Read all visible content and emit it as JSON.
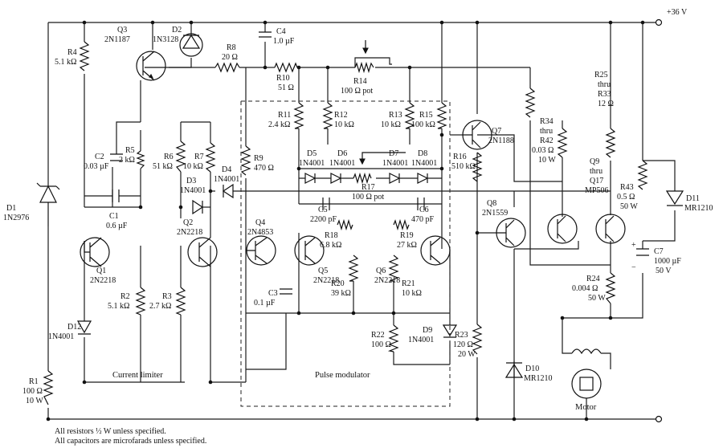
{
  "supply_label": "+36 V",
  "components": [
    {
      "id": "D1",
      "ref": "D1",
      "value": "1N2976"
    },
    {
      "id": "R4",
      "ref": "R4",
      "value": "5.1 kΩ"
    },
    {
      "id": "Q3",
      "ref": "Q3",
      "value": "2N1187"
    },
    {
      "id": "D2",
      "ref": "D2",
      "value": "1N3128"
    },
    {
      "id": "R8",
      "ref": "R8",
      "value": "20 Ω"
    },
    {
      "id": "C4",
      "ref": "C4",
      "value": "1.0 µF"
    },
    {
      "id": "R10",
      "ref": "R10",
      "value": "51 Ω"
    },
    {
      "id": "R14",
      "ref": "R14",
      "value": "100 Ω pot"
    },
    {
      "id": "R25",
      "ref": "R25",
      "value": "thru"
    },
    {
      "id": "R33",
      "ref": "R33",
      "value": "12 Ω"
    },
    {
      "id": "C2",
      "ref": "C2",
      "value": "0.03 µF"
    },
    {
      "id": "R5",
      "ref": "R5",
      "value": "2 kΩ"
    },
    {
      "id": "R6",
      "ref": "R6",
      "value": "51 kΩ"
    },
    {
      "id": "R7",
      "ref": "R7",
      "value": "10 kΩ"
    },
    {
      "id": "R9",
      "ref": "R9",
      "value": "470 Ω"
    },
    {
      "id": "R11",
      "ref": "R11",
      "value": "2.4 kΩ"
    },
    {
      "id": "R12",
      "ref": "R12",
      "value": "10 kΩ"
    },
    {
      "id": "R13",
      "ref": "R13",
      "value": "10 kΩ"
    },
    {
      "id": "R15",
      "ref": "R15",
      "value": "100 kΩ"
    },
    {
      "id": "Q7",
      "ref": "Q7",
      "value": "2N1188"
    },
    {
      "id": "R16",
      "ref": "R16",
      "value": "510 kΩ"
    },
    {
      "id": "R34",
      "ref": "R34",
      "value": "thru"
    },
    {
      "id": "R42",
      "ref": "R42",
      "value": "0.03 Ω"
    },
    {
      "id": "Q9",
      "ref": "Q9",
      "value": "thru"
    },
    {
      "id": "Q17",
      "ref": "Q17",
      "value": "MP506"
    },
    {
      "id": "D3",
      "ref": "D3",
      "value": "1N4001"
    },
    {
      "id": "D4",
      "ref": "D4",
      "value": "1N4001"
    },
    {
      "id": "D5",
      "ref": "D5",
      "value": "1N4001"
    },
    {
      "id": "D6",
      "ref": "D6",
      "value": "1N4001"
    },
    {
      "id": "D7",
      "ref": "D7",
      "value": "1N4001"
    },
    {
      "id": "D8",
      "ref": "D8",
      "value": "1N4001"
    },
    {
      "id": "R17",
      "ref": "R17",
      "value": "100 Ω pot"
    },
    {
      "id": "R43",
      "ref": "R43",
      "value": "0.5 Ω"
    },
    {
      "id": "D11",
      "ref": "D11",
      "value": "MR1210"
    },
    {
      "id": "C1",
      "ref": "C1",
      "value": "0.6 µF"
    },
    {
      "id": "Q2",
      "ref": "Q2",
      "value": "2N2218"
    },
    {
      "id": "Q4",
      "ref": "Q4",
      "value": "2N4853"
    },
    {
      "id": "C5",
      "ref": "C5",
      "value": "2200 pF"
    },
    {
      "id": "C6",
      "ref": "C6",
      "value": "470 pF"
    },
    {
      "id": "R18",
      "ref": "R18",
      "value": "6.8 kΩ"
    },
    {
      "id": "R19",
      "ref": "R19",
      "value": "27 kΩ"
    },
    {
      "id": "Q8",
      "ref": "Q8",
      "value": "2N1559"
    },
    {
      "id": "C7",
      "ref": "C7",
      "value": "1000 µF"
    },
    {
      "id": "Q1",
      "ref": "Q1",
      "value": "2N2218"
    },
    {
      "id": "Q5",
      "ref": "Q5",
      "value": "2N2218"
    },
    {
      "id": "Q6",
      "ref": "Q6",
      "value": "2N2218"
    },
    {
      "id": "R2",
      "ref": "R2",
      "value": "5.1 kΩ"
    },
    {
      "id": "R3",
      "ref": "R3",
      "value": "2.7 kΩ"
    },
    {
      "id": "R20",
      "ref": "R20",
      "value": "39 kΩ"
    },
    {
      "id": "R21",
      "ref": "R21",
      "value": "10 kΩ"
    },
    {
      "id": "C3",
      "ref": "C3",
      "value": "0.1 µF"
    },
    {
      "id": "R24",
      "ref": "R24",
      "value": "0.004 Ω"
    },
    {
      "id": "D12",
      "ref": "D12",
      "value": "1N4001"
    },
    {
      "id": "R22",
      "ref": "R22",
      "value": "100 Ω"
    },
    {
      "id": "D9",
      "ref": "D9",
      "value": "1N4001"
    },
    {
      "id": "R23",
      "ref": "R23",
      "value": "120 Ω"
    },
    {
      "id": "D10",
      "ref": "D10",
      "value": "MR1210"
    },
    {
      "id": "R1",
      "ref": "R1",
      "value": "100 Ω"
    }
  ],
  "ratings": {
    "R42": "10 W",
    "R43": "50 W",
    "C7": "50 V",
    "R24": "50 W",
    "R23": "20 W",
    "R1": "10 W"
  },
  "polarity": {
    "plus": "+",
    "minus": "−"
  },
  "sections": {
    "current_limiter": "Current limiter",
    "pulse_modulator": "Pulse modulator"
  },
  "motor_label": "Motor",
  "notes": [
    "All resistors ½ W unless specified.",
    "All capacitors are microfarads unless specified."
  ]
}
